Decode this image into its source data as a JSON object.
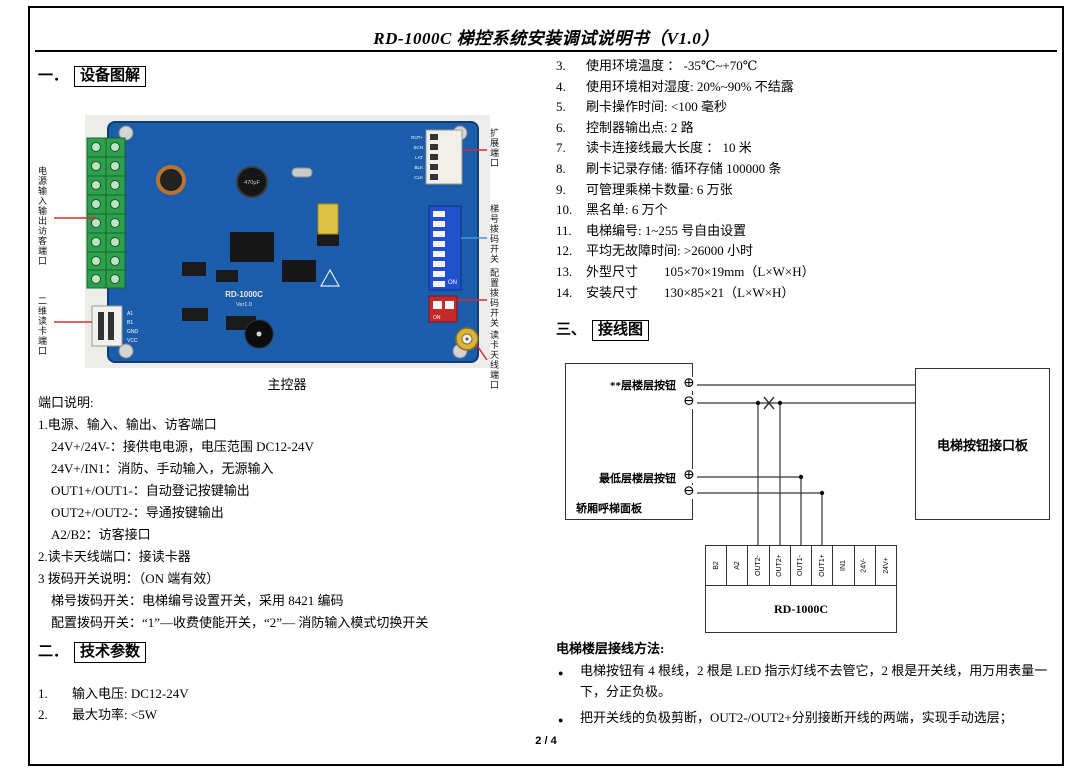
{
  "page": {
    "title": "RD-1000C 梯控系统安装调试说明书（V1.0）",
    "footer": "2 / 4"
  },
  "sec1": {
    "num": "一．",
    "title": "设备图解",
    "caption": "主控器",
    "board": {
      "silk_model": "RD-1000C",
      "silk_ver": "Ver1.0",
      "cap_label": "470μF",
      "dip_on1": "ON",
      "dip_on2": "ON",
      "pins_left": [
        "A1",
        "B1",
        "GND",
        "VCC"
      ],
      "pins_right": [
        "OUT+",
        "SCN",
        "LAT",
        "BLK",
        "CLK"
      ],
      "labels": {
        "power_port": "电源输入输出访客端口",
        "qr_port": "二维读卡端口",
        "expand_port": "扩展端口",
        "dip_elevator": "梯号拨码开关",
        "dip_config": "配置拨码开关",
        "antenna_port": "读卡天线端口"
      }
    },
    "port_lines": [
      {
        "text": "端口说明:"
      },
      {
        "text": "1.电源、输入、输出、访客端口"
      },
      {
        "text": "24V+/24V-：接供电电源，电压范围 DC12-24V"
      },
      {
        "text": "24V+/IN1：消防、手动输入，无源输入"
      },
      {
        "text": "OUT1+/OUT1-：自动登记按键输出"
      },
      {
        "text": "OUT2+/OUT2-：导通按键输出"
      },
      {
        "text": "A2/B2：访客接口"
      },
      {
        "text": "2.读卡天线端口：接读卡器"
      },
      {
        "text": "3 拨码开关说明：（ON 端有效）"
      },
      {
        "text": "梯号拨码开关：电梯编号设置开关，采用 8421 编码"
      },
      {
        "text": "配置拨码开关：“1”—收费使能开关，“2”— 消防输入模式切换开关"
      }
    ]
  },
  "sec2": {
    "num": "二．",
    "title": "技术参数",
    "items": [
      {
        "n": "1.",
        "t": "输入电压: DC12-24V"
      },
      {
        "n": "2.",
        "t": "最大功率: <5W"
      }
    ]
  },
  "right_params": [
    {
      "n": "3.",
      "t": "使用环境温度 ： -35℃~+70℃"
    },
    {
      "n": "4.",
      "t": "使用环境相对湿度: 20%~90% 不结露"
    },
    {
      "n": "5.",
      "t": "刷卡操作时间: <100 毫秒"
    },
    {
      "n": "6.",
      "t": "控制器输出点: 2 路"
    },
    {
      "n": "7.",
      "t": "读卡连接线最大长度 ： 10 米"
    },
    {
      "n": "8.",
      "t": "刷卡记录存储: 循环存储 100000 条"
    },
    {
      "n": "9.",
      "t": "可管理乘梯卡数量: 6 万张"
    },
    {
      "n": "10.",
      "t": "黑名单: 6 万个"
    },
    {
      "n": "11.",
      "t": "电梯编号: 1~255 号自由设置"
    },
    {
      "n": "12.",
      "t": "平均无故障时间: >26000 小时"
    },
    {
      "n": "13.",
      "t": "外型尺寸　　105×70×19mm（L×W×H）"
    },
    {
      "n": "14.",
      "t": "安装尺寸　　130×85×21（L×W×H）"
    }
  ],
  "sec3": {
    "num": "三、",
    "title": "接线图",
    "diagram": {
      "plus": "⊕",
      "minus": "⊖",
      "floor_top": "**层楼层按钮",
      "floor_low": "最低层楼层按钮",
      "panel": "轿厢呼梯面板",
      "interface_board": "电梯按钮接口板",
      "controller": "RD-1000C",
      "terminals": [
        "B2",
        "A2",
        "OUT2-",
        "OUT2+",
        "OUT1-",
        "OUT1+",
        "IN1",
        "24V-",
        "24V+"
      ]
    },
    "bullet": "●",
    "method_title": "电梯楼层接线方法:",
    "bullets": [
      "电梯按钮有 4 根线，2 根是 LED 指示灯线不去管它，2 根是开关线，用万用表量一下，分正负极。",
      "把开关线的负极剪断，OUT2-/OUT2+分别接断开线的两端，实现手动选层；"
    ]
  }
}
